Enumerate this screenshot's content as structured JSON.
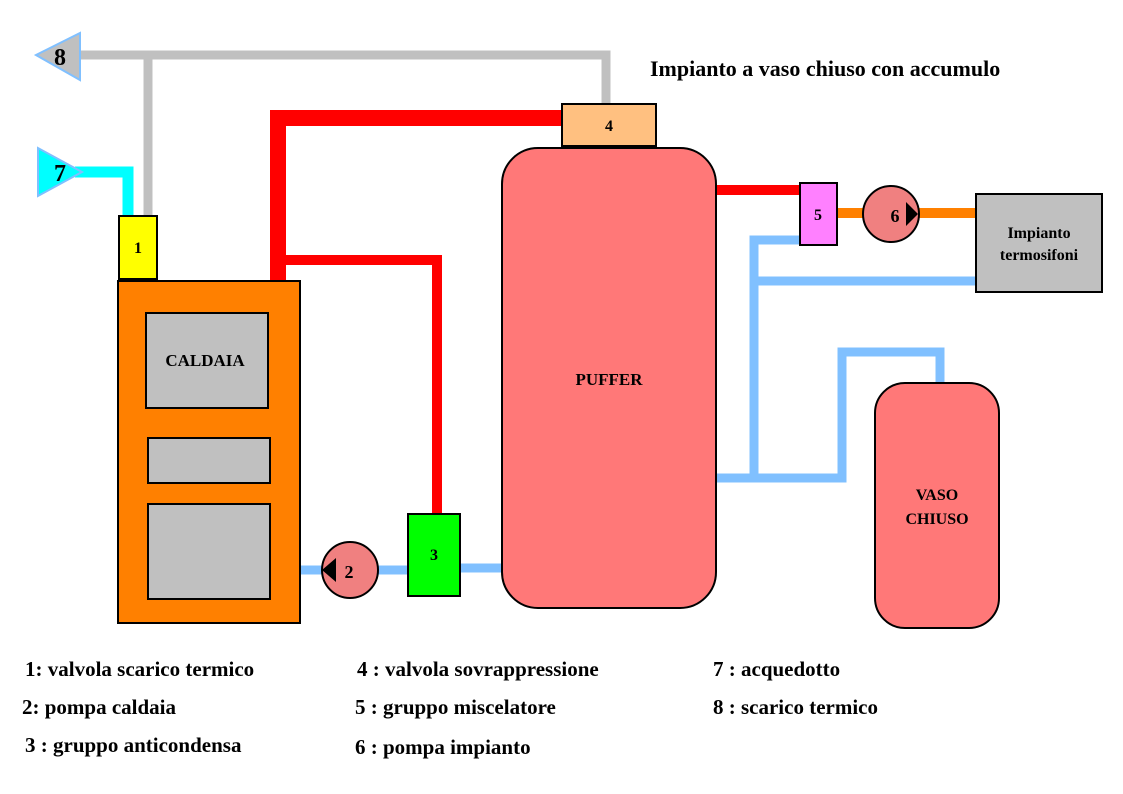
{
  "title": "Impianto a vaso chiuso con accumulo",
  "components": {
    "boiler": "CALDAIA",
    "puffer": "PUFFER",
    "radiators": [
      "Impianto",
      "termosifoni"
    ],
    "expansion_vessel": [
      "VASO",
      "CHIUSO"
    ],
    "valve1": "1",
    "pump2": "2",
    "group3": "3",
    "valve4": "4",
    "mixer5": "5",
    "pump6": "6",
    "inlet7": "7",
    "discharge8": "8"
  },
  "legend": [
    "1: valvola scarico termico",
    "2: pompa caldaia",
    "3 : gruppo anticondensa",
    "4 : valvola sovrappressione",
    "5 : gruppo miscelatore",
    "6 : pompa impianto",
    "7 : acquedotto",
    "8 : scarico termico"
  ],
  "colors": {
    "hot_pipe": "#ff0000",
    "return_pipe": "#80c0ff",
    "discharge_pipe": "#c0c0c0",
    "water_inlet": "#00ffff",
    "supply_pipe": "#ff8000",
    "boiler": "#ff8000",
    "tank": "#ff7878"
  }
}
